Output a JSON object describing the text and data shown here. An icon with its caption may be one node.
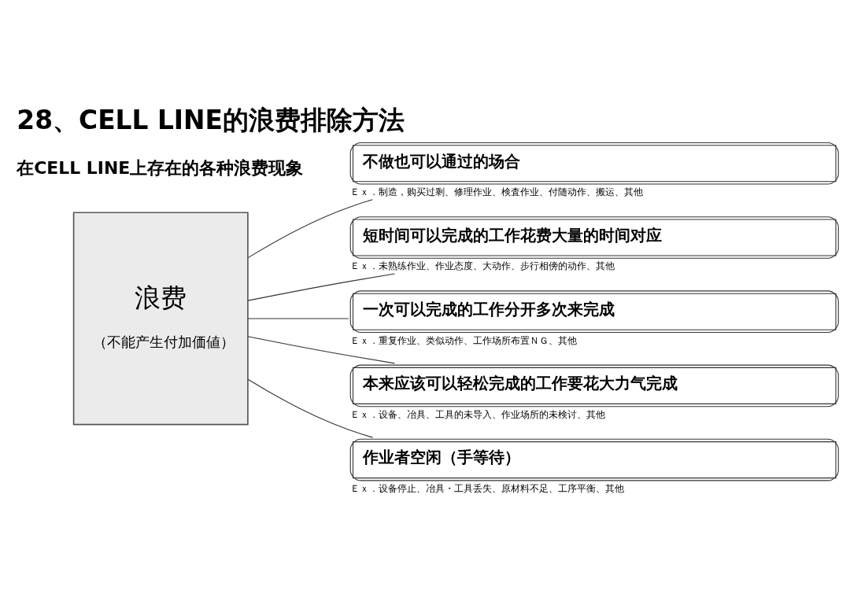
{
  "diagram": {
    "title": "28、CELL LINE的浪费排除方法",
    "nodes": [
      {
        "text": [
          "浪费",
          "（不能产生付加価値）"
        ]
      },
      {
        "text": [
          "不做也可以通过的场合"
        ],
        "beside": [
          "Ｅｘ．制造，购买过剩、修理作业、検査作业、付随动作、搬运、其他"
        ]
      },
      {
        "text": [
          "短时间可以完成的工作花费大量的时间对应"
        ],
        "beside": [
          "Ｅｘ．未熟练作业、作业态度、大动作、步行相傍的动作、其他"
        ]
      },
      {
        "text": [
          "一次可以完成的工作分开多次来完成"
        ],
        "beside": [
          "Ｅｘ．重复作业、类似动作、工作场所布置ＮＧ、其他"
        ]
      },
      {
        "text": [
          "本来应该可以轻松完成的工作要花大力气完成"
        ],
        "beside": [
          "Ｅｘ．设备、冶具、工具的未导入、作业场所的未検讨、其他"
        ]
      },
      {
        "text": [
          "作业者空闲（手等待）"
        ],
        "beside": [
          "Ｅｘ．设备停止、冶具・工具丢失、原材料不足、工序平衡、其他"
        ]
      }
    ],
    "edges": [
      {
        "from": 0,
        "to": 1,
        "arrow": "none"
      },
      {
        "from": 0,
        "to": 2,
        "arrow": "none"
      },
      {
        "from": 0,
        "to": 3,
        "arrow": "none"
      },
      {
        "from": 0,
        "to": 4,
        "arrow": "none"
      },
      {
        "from": 0,
        "to": 5,
        "arrow": "none"
      }
    ],
    "labels": [
      "在CELL LINE上存在的各种浪费现象"
    ]
  }
}
